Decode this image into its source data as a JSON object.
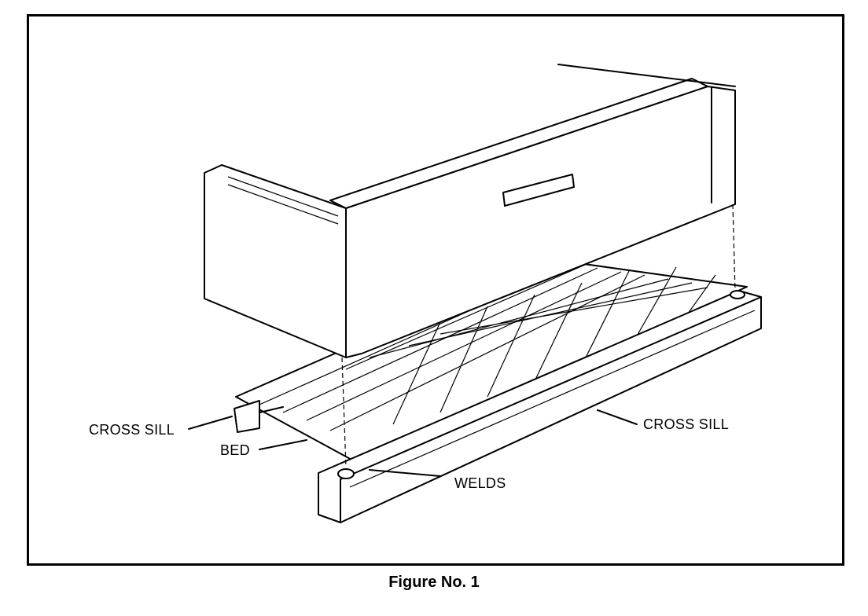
{
  "labels": {
    "cross_sill_left": "CROSS SILL",
    "bed": "BED",
    "welds": "WELDS",
    "cross_sill_right": "CROSS SILL"
  },
  "caption": "Figure No. 1"
}
